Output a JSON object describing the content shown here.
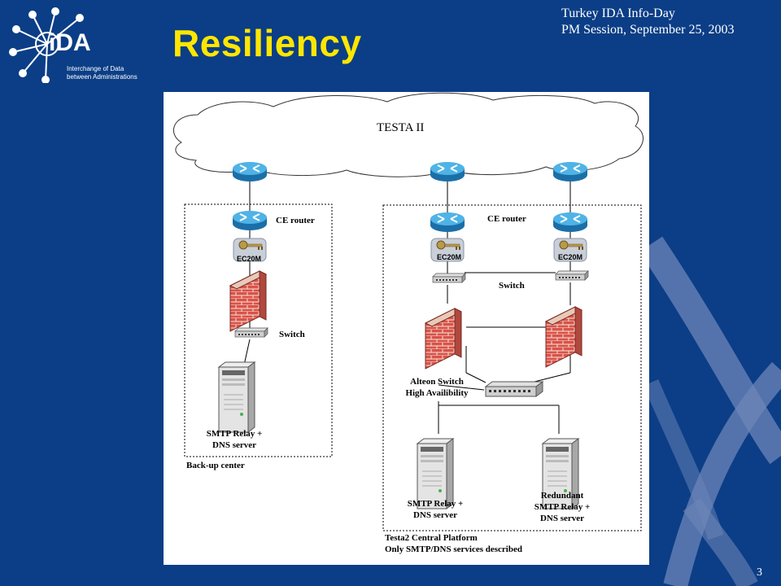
{
  "slide": {
    "title": "Resiliency",
    "header_line1": "Turkey IDA Info-Day",
    "header_line2": "PM Session, September 25, 2003",
    "page_number": "3"
  },
  "logo": {
    "wordmark": "iDA",
    "tagline1": "Interchange of Data",
    "tagline2": "between Administrations"
  },
  "diagram": {
    "cloud_label": "TESTA II",
    "backup": {
      "ce_router_label": "CE router",
      "encryptor_label": "EC20M",
      "switch_label": "Switch",
      "server_line1": "SMTP Relay +",
      "server_line2": "DNS server",
      "zone_label": "Back-up center"
    },
    "central": {
      "ce_router_label": "CE router",
      "encryptor_label": "EC20M",
      "switch_label": "Switch",
      "alteon_line1": "Alteon Switch",
      "alteon_line2": "High Availibility",
      "server1_line1": "SMTP Relay +",
      "server1_line2": "DNS server",
      "server2_line1": "Redundant",
      "server2_line2": "SMTP Relay +",
      "server2_line3": "DNS server",
      "zone_line1": "Testa2 Central Platform",
      "zone_line2": "Only SMTP/DNS services described"
    }
  },
  "colors": {
    "background": "#0b3e86",
    "title": "#ffe600",
    "router": "#3aa0d8",
    "firewall": "#d9534a"
  }
}
